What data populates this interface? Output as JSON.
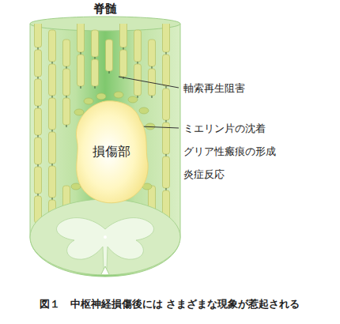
{
  "diagram": {
    "title": "脊髄",
    "caption": "図１　中枢神経損傷後には さまざまな現象が惹起される",
    "nodes": [
      {
        "text": [
          "損傷部"
        ]
      }
    ],
    "labels": [
      "軸索再生阻害",
      "ミエリン片の沈着",
      "グリア性瘢痕の形成",
      "炎症反応"
    ]
  }
}
